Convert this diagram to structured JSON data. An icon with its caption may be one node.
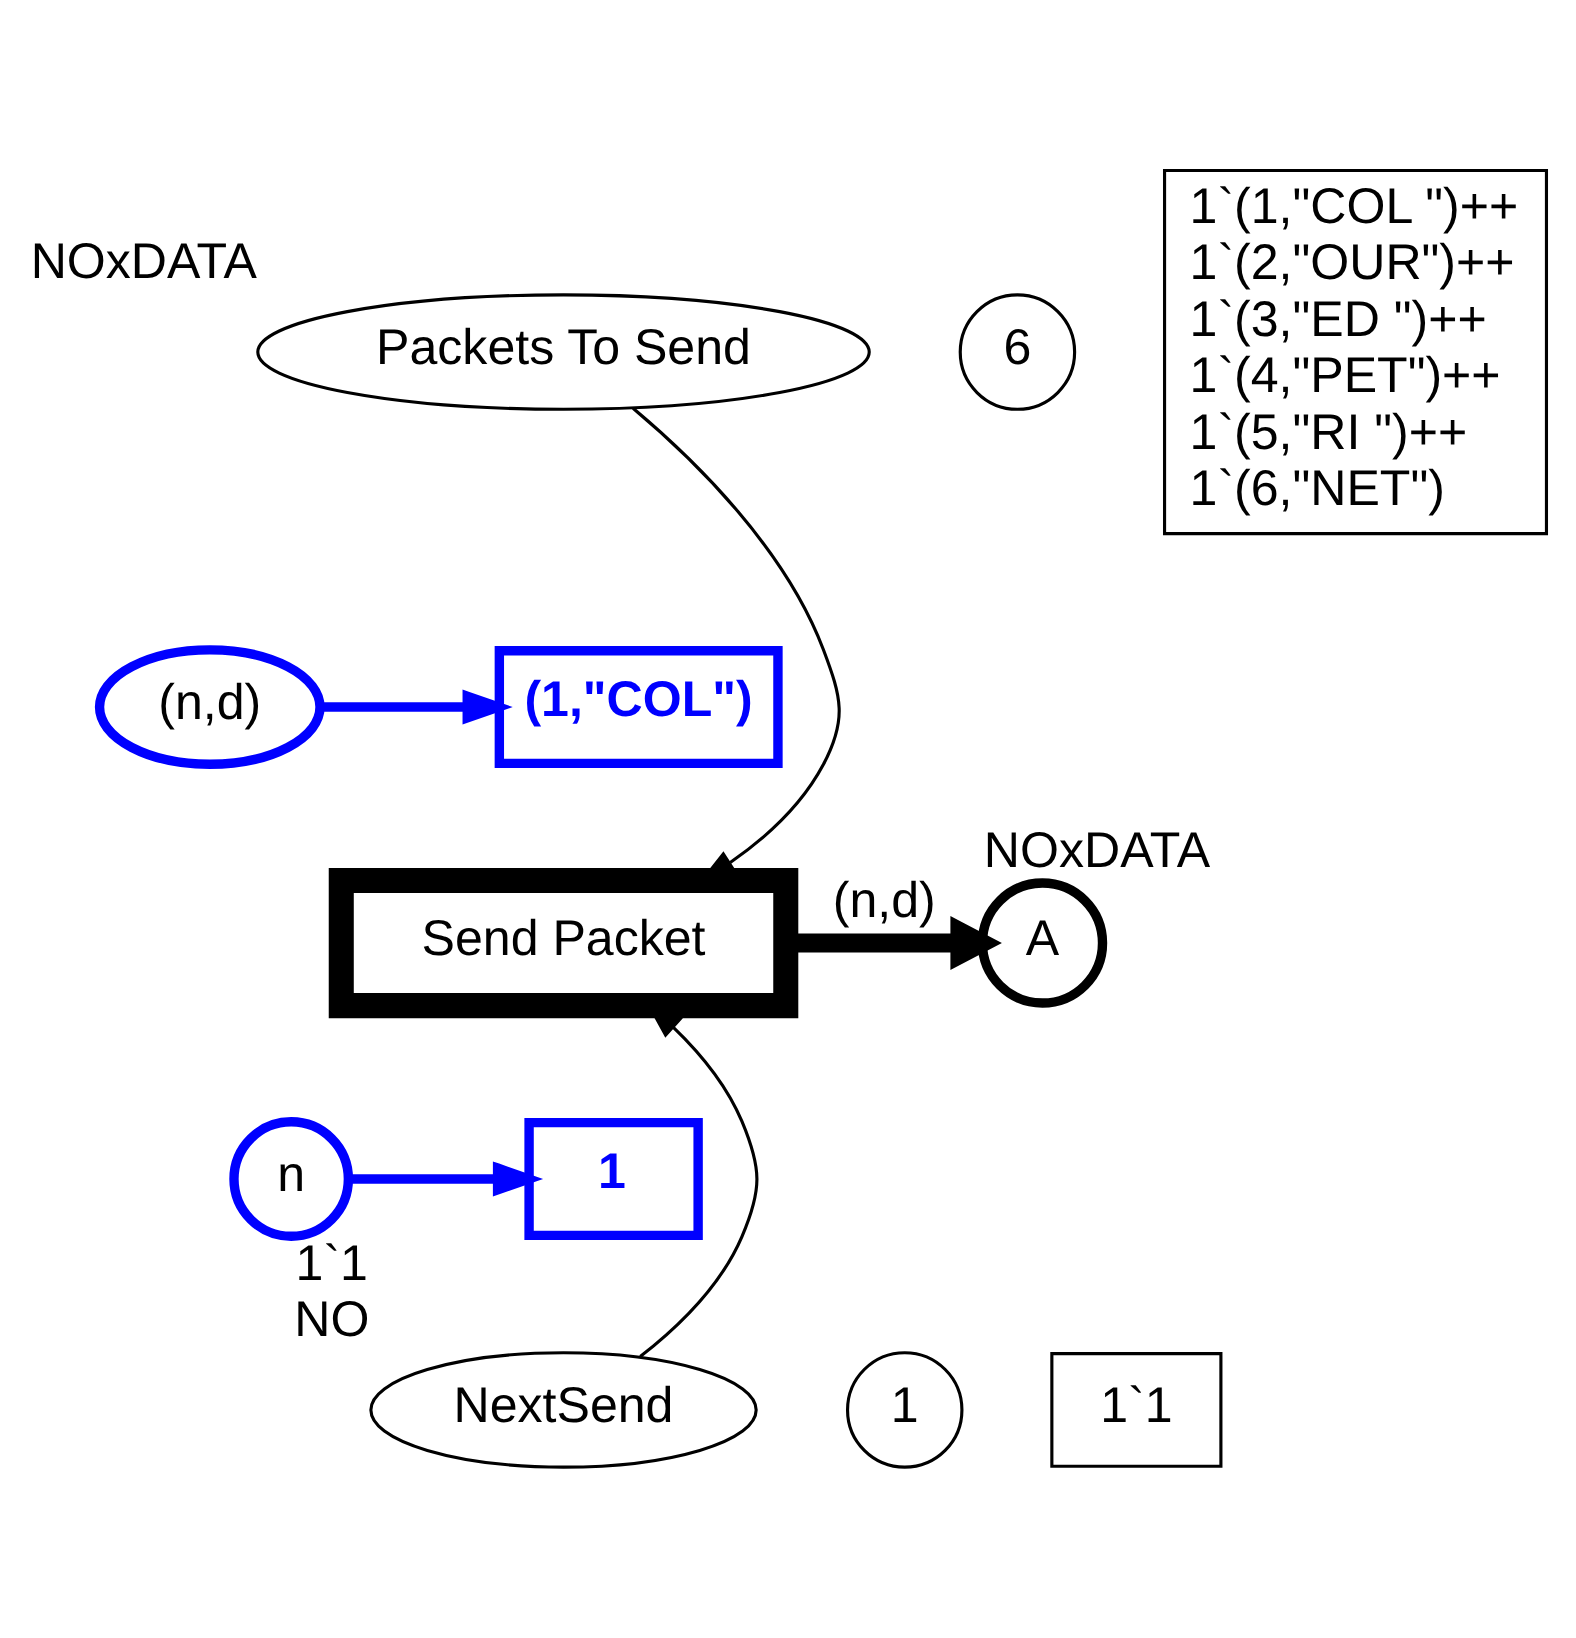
{
  "diagram": {
    "nodes": [
      {
        "text": [
          "Packets To Send"
        ],
        "beside": [
          "NOxDATA"
        ]
      },
      {
        "text": [
          "6"
        ]
      },
      {
        "text": [
          "1`(1,\"COL \")++",
          "1`(2,\"OUR\")++",
          "1`(3,\"ED \")++",
          "1`(4,\"PET\")++",
          "1`(5,\"RI \")++",
          "1`(6,\"NET\")"
        ]
      },
      {
        "text": [
          "(n,d)"
        ]
      },
      {
        "text": [
          "(1,\"COL\")"
        ]
      },
      {
        "text": [
          "Send Packet"
        ]
      },
      {
        "text": [
          "A"
        ],
        "beside": [
          "NOxDATA"
        ]
      },
      {
        "text": [
          "n"
        ]
      },
      {
        "text": [
          "1"
        ]
      },
      {
        "text": [
          "NextSend"
        ],
        "beside": [
          "1`1",
          "NO"
        ]
      },
      {
        "text": [
          "1"
        ]
      },
      {
        "text": [
          "1`1"
        ]
      }
    ],
    "edges": [
      {
        "from": 0,
        "to": 5,
        "arrow": "to"
      },
      {
        "from": 3,
        "to": 4,
        "arrow": "to",
        "color": "#0000ff"
      },
      {
        "from": 5,
        "to": 6,
        "arrow": "to",
        "label": "(n,d)",
        "style": "thick"
      },
      {
        "from": 9,
        "to": 5,
        "arrow": "to"
      },
      {
        "from": 7,
        "to": 8,
        "arrow": "to",
        "color": "#0000ff"
      }
    ]
  }
}
